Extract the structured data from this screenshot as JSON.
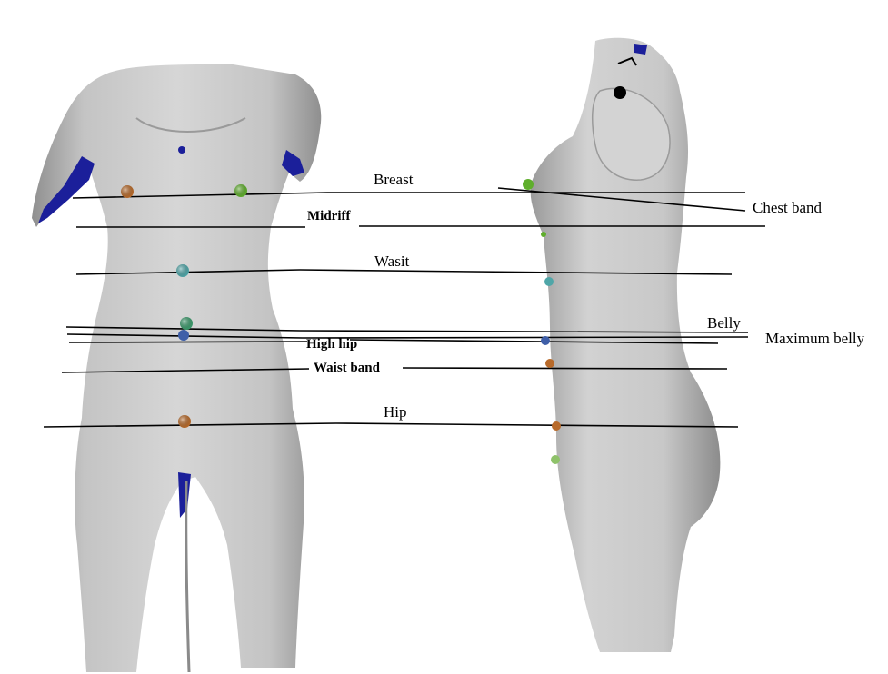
{
  "labels": {
    "breast": "Breast",
    "midriff": "Midriff",
    "waist": "Wasit",
    "high_hip": "High hip",
    "waist_band": "Waist band",
    "hip": "Hip",
    "chest_band": "Chest band",
    "belly": "Belly",
    "maximum_belly": "Maximum belly"
  },
  "colors": {
    "body": "#c7c7c7",
    "body_shade": "#8f8f8f",
    "scan_artifact": "#1b1f9a",
    "line": "#000000",
    "marker_orange": "#b86a2a",
    "marker_green": "#5fae2c",
    "marker_teal": "#4fa6a8",
    "marker_seagreen": "#3c9b6c",
    "marker_blue": "#3f5fa8"
  }
}
